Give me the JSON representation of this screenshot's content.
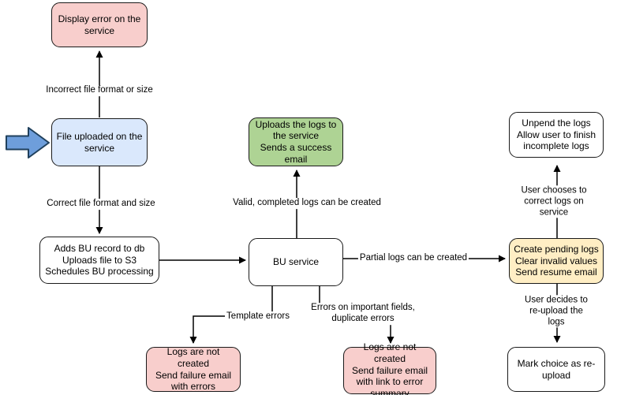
{
  "diagram": {
    "nodes": {
      "display_error": {
        "label": "Display error on the\nservice",
        "fill": "#f8cecc"
      },
      "file_uploaded": {
        "label": "File uploaded on the\nservice",
        "fill": "#dae8fc"
      },
      "adds_bu_record": {
        "label": "Adds BU record to db\nUploads file to S3\nSchedules BU processing",
        "fill": "#ffffff"
      },
      "uploads_logs": {
        "label": "Uploads the logs to\nthe service\nSends a success\nemail",
        "fill": "#aed394"
      },
      "bu_service": {
        "label": "BU service",
        "fill": "#ffffff"
      },
      "logs_not_created_errors": {
        "label": "Logs are not created\nSend failure email\nwith errors",
        "fill": "#f8cecc"
      },
      "logs_not_created_link": {
        "label": "Logs are not created\nSend failure email\nwith link to error\nsummary",
        "fill": "#f8cecc"
      },
      "unpend_logs": {
        "label": "Unpend the logs\nAllow user to finish\nincomplete logs",
        "fill": "#ffffff"
      },
      "create_pending_logs": {
        "label": "Create pending logs\nClear invalid values\nSend resume email",
        "fill": "#ffeec4"
      },
      "mark_choice_reupload": {
        "label": "Mark choice as re-\nupload",
        "fill": "#ffffff"
      }
    },
    "edge_labels": {
      "incorrect_file": "Incorrect file format or size",
      "correct_file": "Correct file format and size",
      "valid_completed": "Valid, completed logs can be created",
      "partial_logs": "Partial logs can be created",
      "template_errors": "Template errors",
      "important_fields": "Errors on important fields,\nduplicate errors",
      "user_corrects": "User chooses to correct logs on service",
      "user_reuploads": "User decides to re-upload the logs"
    },
    "colors": {
      "node_border": "#1a1a1a",
      "edge_stroke": "#000000",
      "input_arrow_fill": "#6e9edb",
      "input_arrow_stroke": "#20405c"
    }
  }
}
